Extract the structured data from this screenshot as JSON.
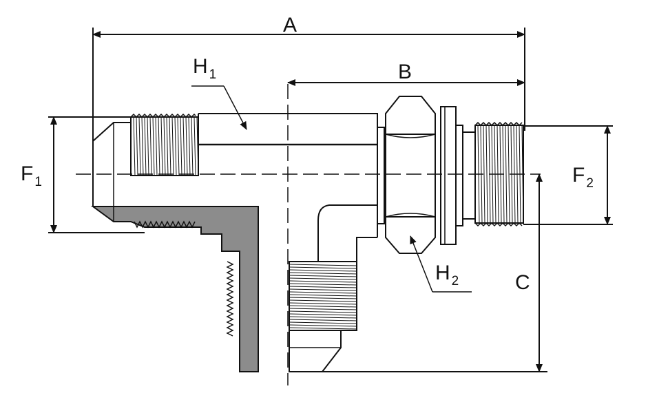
{
  "diagram": {
    "labels": {
      "A": "A",
      "B": "B",
      "C": "C",
      "F1": {
        "main": "F",
        "sub": "1"
      },
      "F2": {
        "main": "F",
        "sub": "2"
      },
      "H1": {
        "main": "H",
        "sub": "1"
      },
      "H2": {
        "main": "H",
        "sub": "2"
      }
    },
    "colors": {
      "line": "#111111",
      "section": "#8c8c8c",
      "background": "#ffffff"
    }
  }
}
